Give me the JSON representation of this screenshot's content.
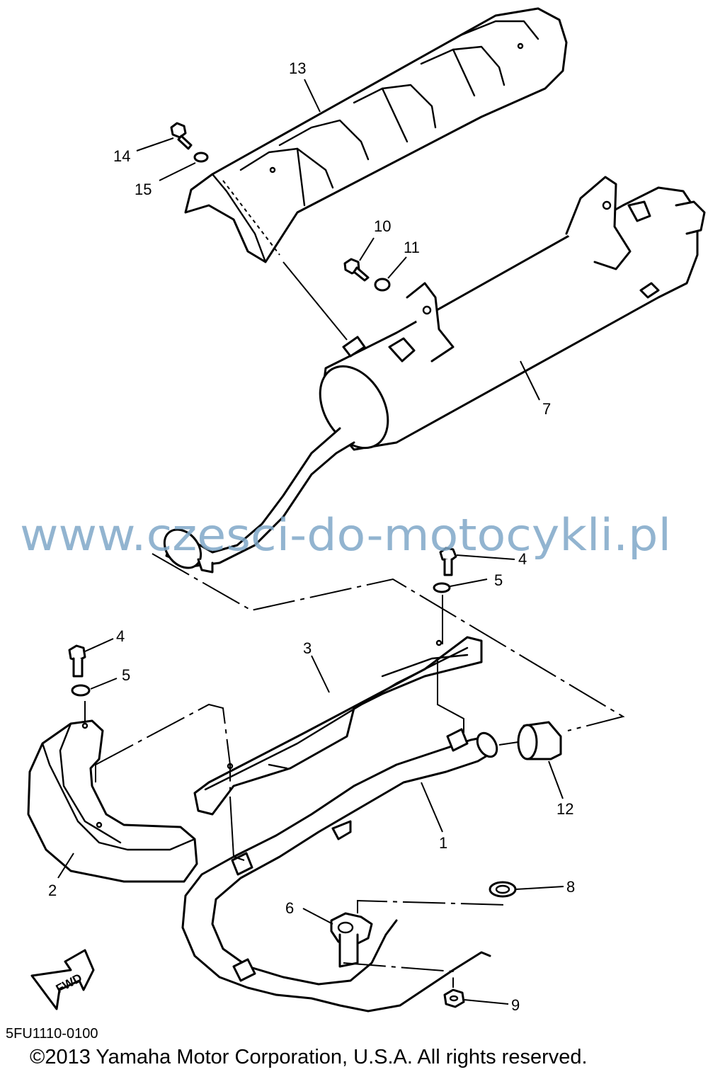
{
  "callouts": {
    "c1": "1",
    "c2": "2",
    "c3": "3",
    "c4a": "4",
    "c4b": "4",
    "c5a": "5",
    "c5b": "5",
    "c6": "6",
    "c7": "7",
    "c8": "8",
    "c9": "9",
    "c10": "10",
    "c11": "11",
    "c12": "12",
    "c13": "13",
    "c14": "14",
    "c15": "15"
  },
  "watermark": "www.czesci-do-motocykli.pl",
  "fwd_label": "FWD",
  "diagram_code": "5FU1110-0100",
  "copyright": "©2013 Yamaha Motor Corporation, U.S.A. All rights reserved.",
  "colors": {
    "line": "#000000",
    "watermark": "#7fa8c8",
    "background": "#ffffff"
  }
}
